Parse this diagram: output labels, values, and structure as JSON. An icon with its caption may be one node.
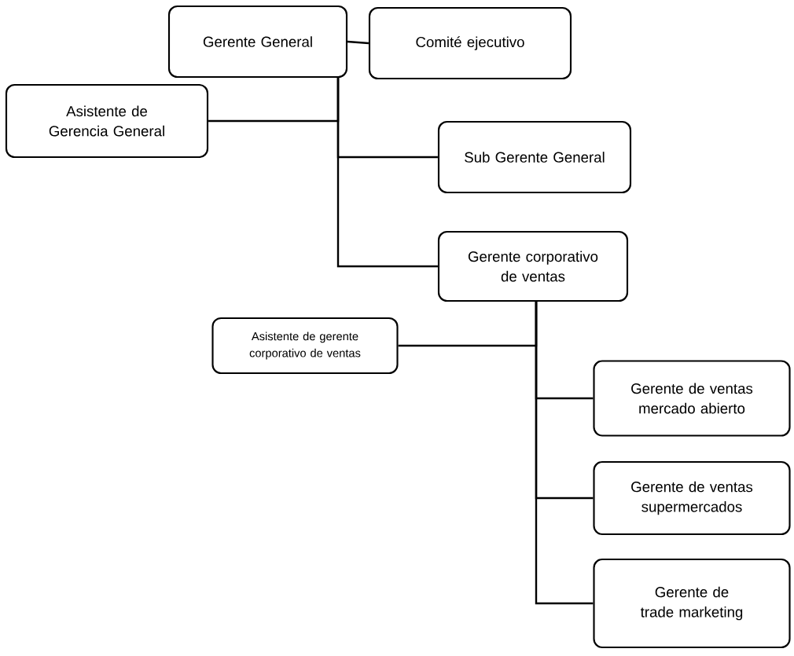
{
  "diagram": {
    "nodes": [
      {
        "text": [
          "Gerente General"
        ]
      },
      {
        "text": [
          "Comité ejecutivo"
        ]
      },
      {
        "text": [
          "Asistente de Gerencia General"
        ]
      },
      {
        "text": [
          "Sub Gerente General"
        ]
      },
      {
        "text": [
          "Gerente corporativo de ventas"
        ]
      },
      {
        "text": [
          "Asistente de gerente corporativo de ventas"
        ]
      },
      {
        "text": [
          "Gerente de ventas mercado abierto"
        ]
      },
      {
        "text": [
          "Gerente de ventas supermercados"
        ]
      },
      {
        "text": [
          "Gerente de trade marketing"
        ]
      }
    ],
    "edges": [
      {
        "from": 0,
        "to": 1,
        "arrow": "none"
      },
      {
        "from": 0,
        "to": 2,
        "arrow": "none"
      },
      {
        "from": 0,
        "to": 3,
        "arrow": "none"
      },
      {
        "from": 0,
        "to": 4,
        "arrow": "none"
      },
      {
        "from": 4,
        "to": 5,
        "arrow": "none"
      },
      {
        "from": 4,
        "to": 6,
        "arrow": "none"
      },
      {
        "from": 4,
        "to": 7,
        "arrow": "none"
      },
      {
        "from": 4,
        "to": 8,
        "arrow": "none"
      }
    ]
  }
}
